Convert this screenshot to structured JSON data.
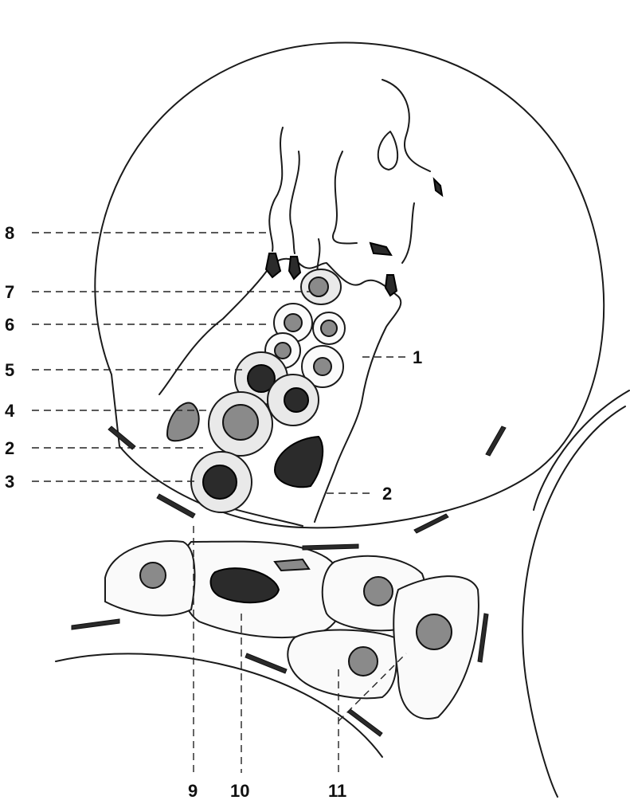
{
  "labels": {
    "l1": "1",
    "l2a": "2",
    "l2b": "2",
    "l3": "3",
    "l4": "4",
    "l5": "5",
    "l6": "6",
    "l7": "7",
    "l8": "8",
    "l9": "9",
    "l10": "10",
    "l11": "11"
  }
}
